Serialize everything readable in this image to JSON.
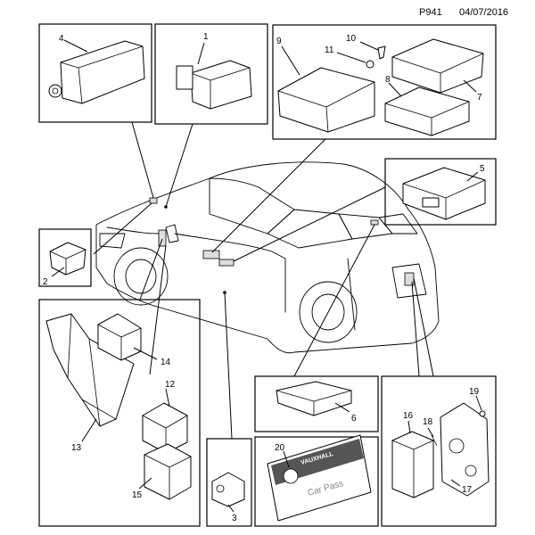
{
  "header": {
    "code": "P941",
    "date": "04/07/2016"
  },
  "callouts": {
    "c1": "1",
    "c2": "2",
    "c3": "3",
    "c4": "4",
    "c5": "5",
    "c6": "6",
    "c7": "7",
    "c8": "8",
    "c9": "9",
    "c10": "10",
    "c11": "11",
    "c12": "12",
    "c13": "13",
    "c14": "14",
    "c15": "15",
    "c16": "16",
    "c17": "17",
    "c18": "18",
    "c19": "19",
    "c20": "20"
  },
  "car_pass_card": {
    "title": "Car Pass",
    "brand": "VAUXHALL"
  }
}
